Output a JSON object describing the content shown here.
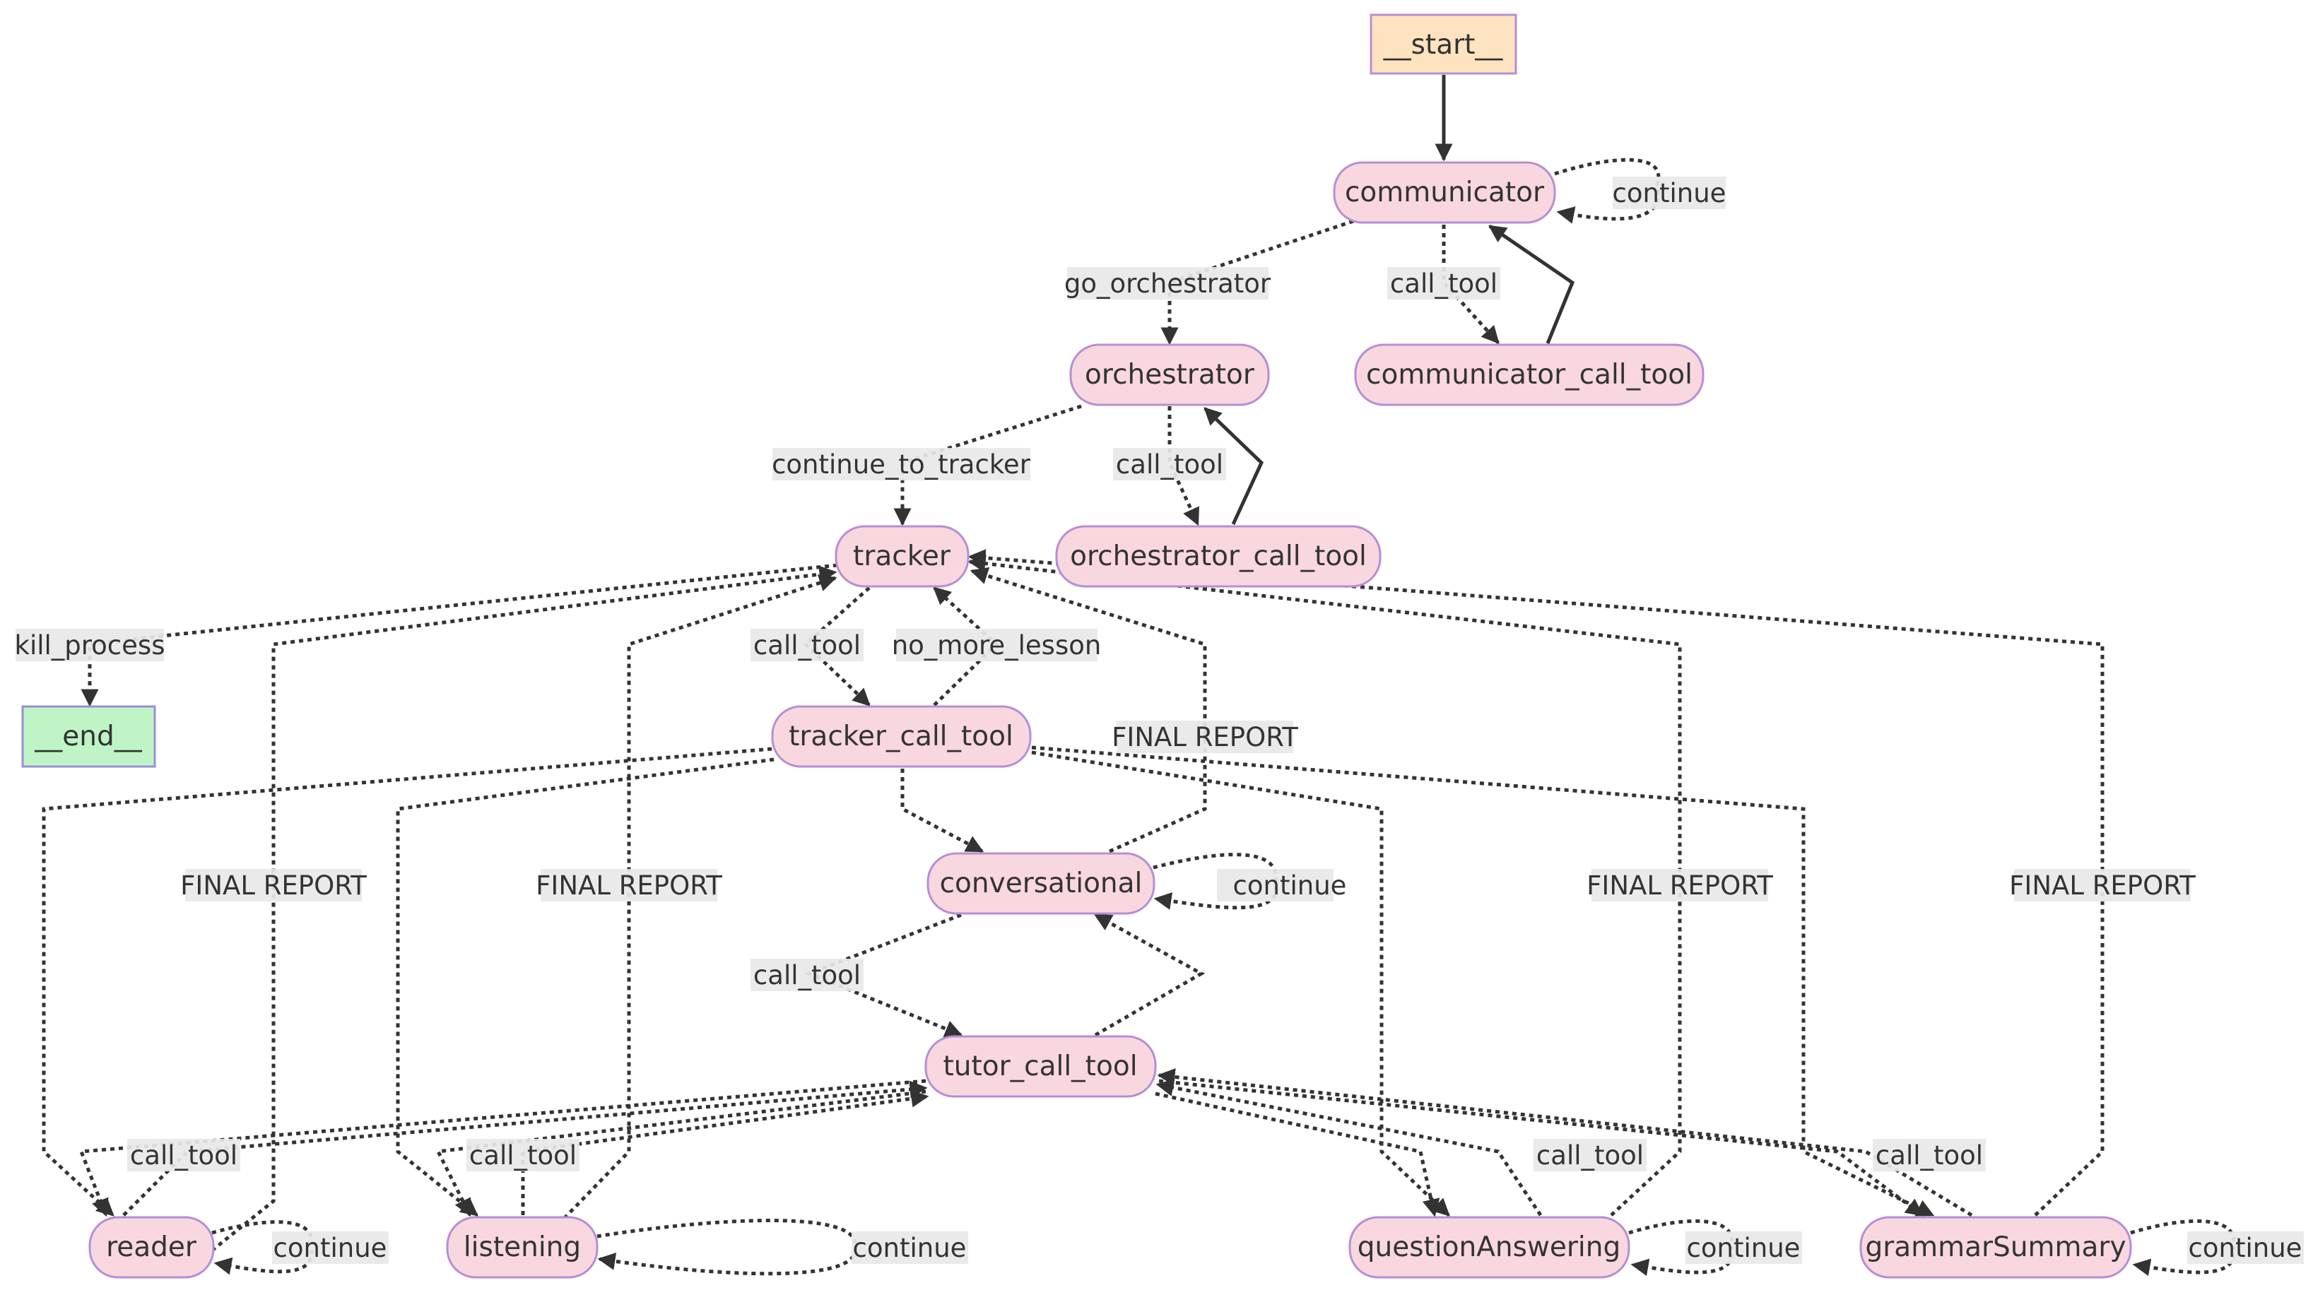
{
  "colors": {
    "node_fill": "#f8d7df",
    "node_stroke": "#b58fd6",
    "start_fill": "#fde3c0",
    "start_stroke": "#b58fd6",
    "end_fill": "#bff5c6",
    "end_stroke": "#9a8fd6",
    "edge": "#333333",
    "label_bg": "#e8e8e8",
    "text": "#333333"
  },
  "nodes": {
    "start": "__start__",
    "end": "__end__",
    "communicator": "communicator",
    "communicator_call_tool": "communicator_call_tool",
    "orchestrator": "orchestrator",
    "orchestrator_call_tool": "orchestrator_call_tool",
    "tracker": "tracker",
    "tracker_call_tool": "tracker_call_tool",
    "conversational": "conversational",
    "tutor_call_tool": "tutor_call_tool",
    "reader": "reader",
    "listening": "listening",
    "questionAnswering": "questionAnswering",
    "grammarSummary": "grammarSummary"
  },
  "edge_labels": {
    "communicator_continue": "continue",
    "go_orchestrator": "go_orchestrator",
    "communicator_call_tool": "call_tool",
    "continue_to_tracker": "continue_to_tracker",
    "orchestrator_call_tool": "call_tool",
    "kill_process": "kill_process",
    "tracker_call_tool": "call_tool",
    "no_more_lesson": "no_more_lesson",
    "final_report_conversational": "FINAL REPORT",
    "final_report_reader": "FINAL REPORT",
    "final_report_listening": "FINAL REPORT",
    "final_report_questionAnswering": "FINAL REPORT",
    "final_report_grammarSummary": "FINAL REPORT",
    "conversational_continue": "continue",
    "conversational_call_tool": "call_tool",
    "reader_call_tool": "call_tool",
    "listening_call_tool": "call_tool",
    "questionAnswering_call_tool": "call_tool",
    "grammarSummary_call_tool": "call_tool",
    "reader_continue": "continue",
    "listening_continue": "continue",
    "questionAnswering_continue": "continue",
    "grammarSummary_continue": "continue"
  }
}
